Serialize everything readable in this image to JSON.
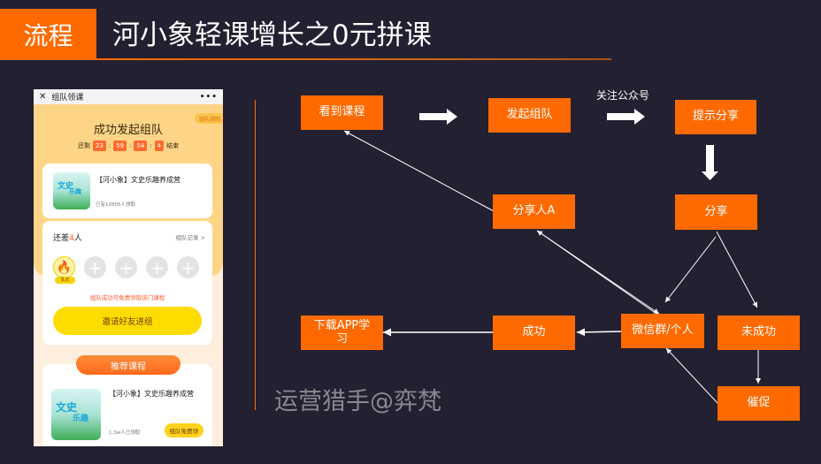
{
  "header": {
    "tag": "流程",
    "title": "河小象轻课增长之0元拼课",
    "accent_color": "#ff6a00",
    "background_color": "#232031"
  },
  "phone": {
    "nav": {
      "close_icon": "close-icon",
      "title": "组队领课",
      "more_icon": "more-icon"
    },
    "rule_badge": "组队规则",
    "hero_title": "成功发起组队",
    "countdown": {
      "prefix": "还剩",
      "hours": "23",
      "minutes": "59",
      "seconds": "54",
      "tenths": "4",
      "suffix": "结束"
    },
    "course": {
      "name": "【河小象】文史乐趣养成营",
      "claimed": "已有12805人领取",
      "thumb_title": "文史",
      "thumb_sub": "乐趣"
    },
    "team": {
      "need_prefix": "还差",
      "need_count": "4",
      "need_suffix": "人",
      "record_link": "组队记录 >",
      "leader_tag": "队长",
      "empty_slots": [
        "+",
        "+",
        "+",
        "+"
      ],
      "hint": "组队成功可免费领取该门课程",
      "invite_button": "邀请好友进组"
    },
    "recommend": {
      "tab": "推荐课程",
      "name": "【河小象】文史乐趣养成营",
      "claimed": "1.3w人已领取",
      "claim_button": "组队免费领"
    }
  },
  "flow": {
    "nodes": {
      "see_course": "看到课程",
      "start_team": "发起组队",
      "prompt_share": "提示分享",
      "sharer_a": "分享人A",
      "share": "分享",
      "download_app": "下载APP学习",
      "success": "成功",
      "wechat": "微信群/个人",
      "fail": "未成功",
      "urge": "催促"
    },
    "edge_labels": {
      "follow_account": "关注公众号"
    },
    "edges": [
      [
        "see_course",
        "start_team"
      ],
      [
        "start_team",
        "prompt_share"
      ],
      [
        "prompt_share",
        "share"
      ],
      [
        "share",
        "wechat"
      ],
      [
        "share",
        "fail"
      ],
      [
        "wechat",
        "sharer_a"
      ],
      [
        "sharer_a",
        "see_course"
      ],
      [
        "wechat",
        "success"
      ],
      [
        "success",
        "download_app"
      ],
      [
        "fail",
        "urge"
      ],
      [
        "urge",
        "wechat"
      ]
    ]
  },
  "watermark": "运营猎手@弈梵"
}
